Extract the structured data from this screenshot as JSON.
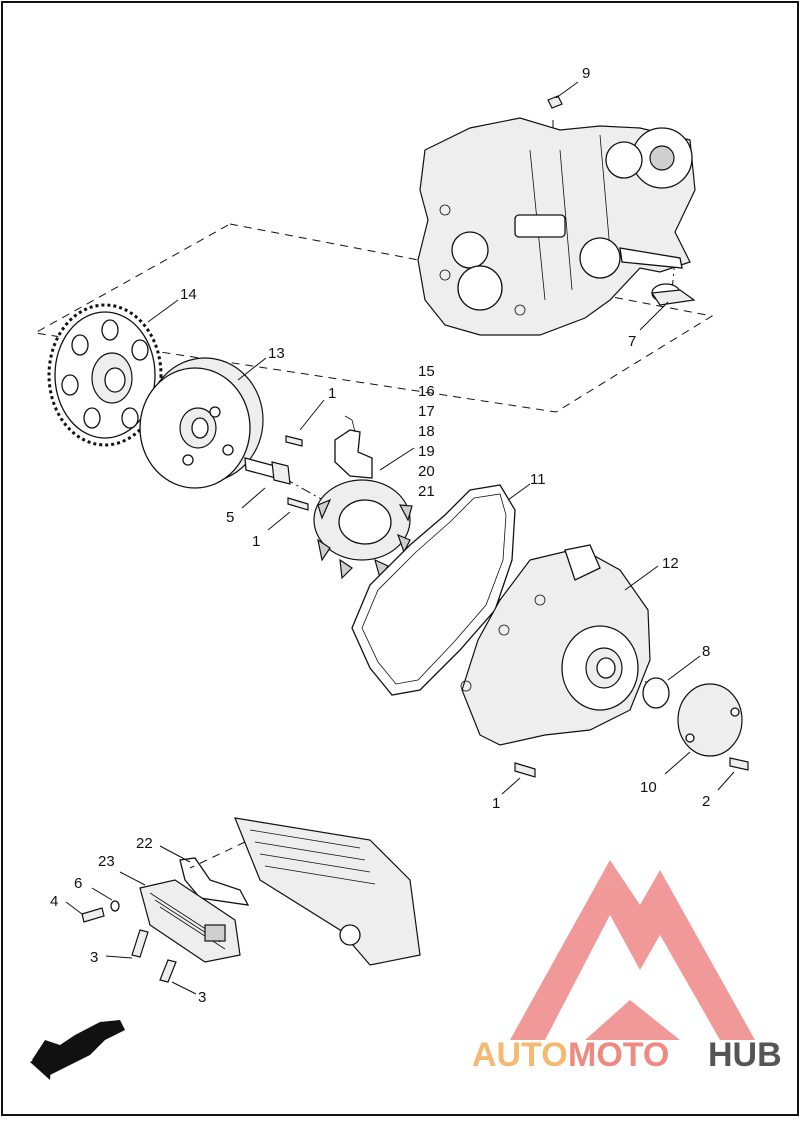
{
  "diagram": {
    "callouts": [
      {
        "id": "c9",
        "label": "9"
      },
      {
        "id": "c7",
        "label": "7"
      },
      {
        "id": "c14",
        "label": "14"
      },
      {
        "id": "c13",
        "label": "13"
      },
      {
        "id": "c1a",
        "label": "1"
      },
      {
        "id": "c15",
        "label": "15"
      },
      {
        "id": "c16",
        "label": "16"
      },
      {
        "id": "c17",
        "label": "17"
      },
      {
        "id": "c18",
        "label": "18"
      },
      {
        "id": "c19",
        "label": "19"
      },
      {
        "id": "c20",
        "label": "20"
      },
      {
        "id": "c21",
        "label": "21"
      },
      {
        "id": "c5",
        "label": "5"
      },
      {
        "id": "c1b",
        "label": "1"
      },
      {
        "id": "c11",
        "label": "11"
      },
      {
        "id": "c12",
        "label": "12"
      },
      {
        "id": "c8",
        "label": "8"
      },
      {
        "id": "c10",
        "label": "10"
      },
      {
        "id": "c1c",
        "label": "1"
      },
      {
        "id": "c2",
        "label": "2"
      },
      {
        "id": "c22",
        "label": "22"
      },
      {
        "id": "c23",
        "label": "23"
      },
      {
        "id": "c6",
        "label": "6"
      },
      {
        "id": "c4",
        "label": "4"
      },
      {
        "id": "c3a",
        "label": "3"
      },
      {
        "id": "c3b",
        "label": "3"
      }
    ]
  },
  "watermark": {
    "part1": "AUTO",
    "part2": "MOTO",
    "part3": "HUB",
    "colors": {
      "auto": "#f5b971",
      "moto": "#ef8a80",
      "hub": "#555555",
      "triangle": "#f08f8f"
    }
  }
}
